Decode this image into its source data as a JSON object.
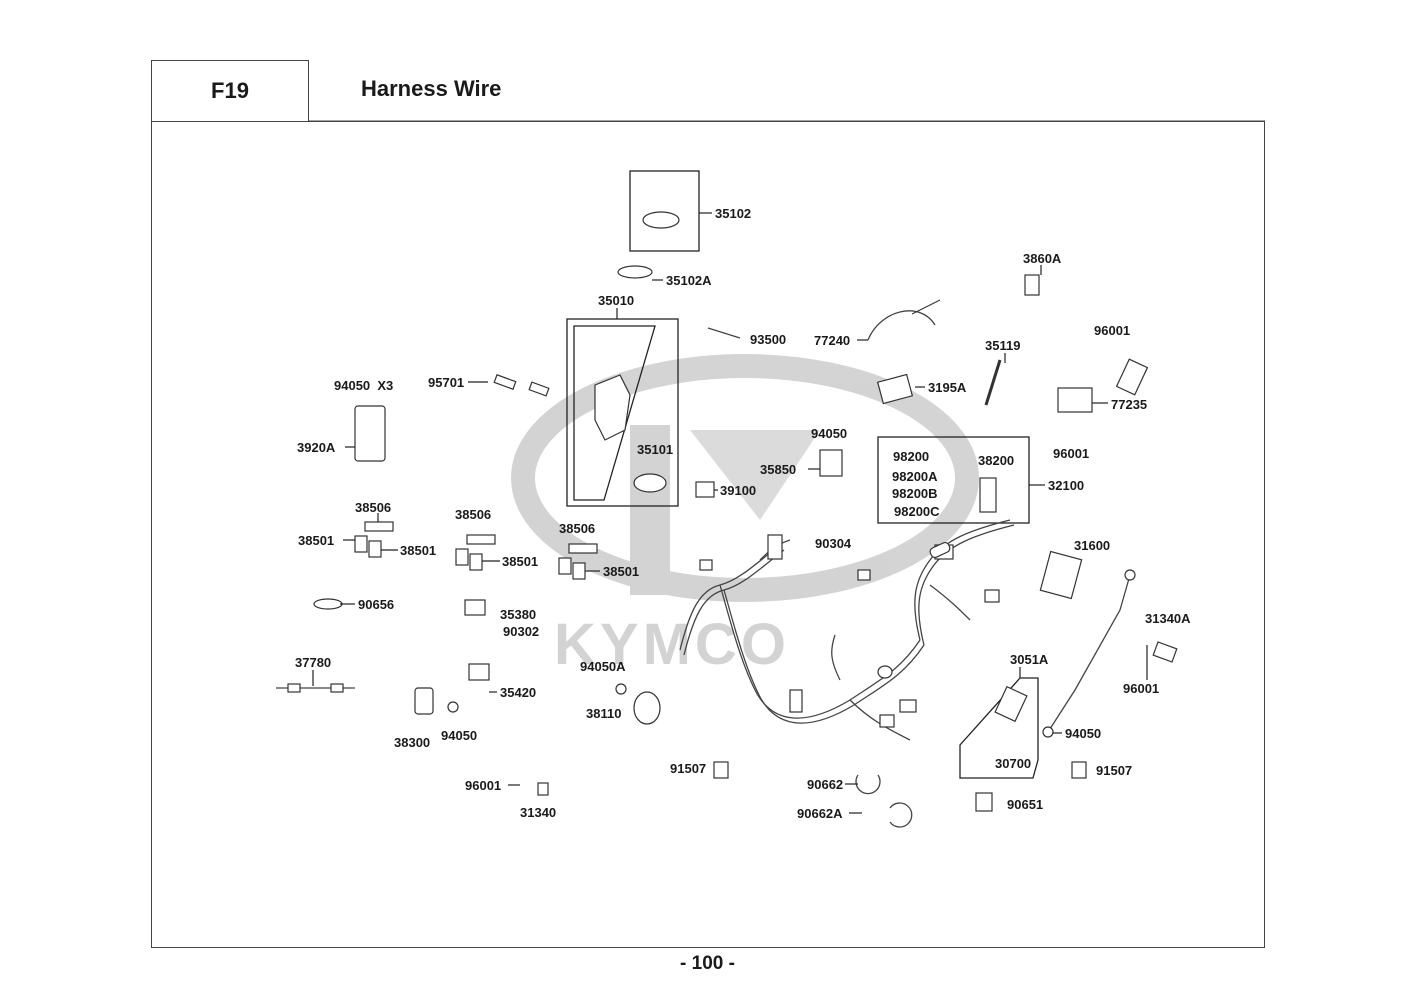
{
  "header": {
    "section_code": "F19",
    "title": "Harness Wire"
  },
  "watermark": "KYMCO",
  "page_number": "- 100 -",
  "callouts": [
    {
      "id": "c0",
      "label": "35102"
    },
    {
      "id": "c1",
      "label": "35102A"
    },
    {
      "id": "c2",
      "label": "35010"
    },
    {
      "id": "c3",
      "label": "93500"
    },
    {
      "id": "c4",
      "label": "77240"
    },
    {
      "id": "c5",
      "label": "3860A"
    },
    {
      "id": "c6",
      "label": "35119"
    },
    {
      "id": "c7",
      "label": "3195A"
    },
    {
      "id": "c8",
      "label": "96001"
    },
    {
      "id": "c9",
      "label": "77235"
    },
    {
      "id": "c10",
      "label": "96001"
    },
    {
      "id": "c11",
      "label": "94050  X3"
    },
    {
      "id": "c12",
      "label": "95701"
    },
    {
      "id": "c13",
      "label": "3920A"
    },
    {
      "id": "c14",
      "label": "35101"
    },
    {
      "id": "c15",
      "label": "94050"
    },
    {
      "id": "c16",
      "label": "35850"
    },
    {
      "id": "c17",
      "label": "39100"
    },
    {
      "id": "c18",
      "label": "98200"
    },
    {
      "id": "c19",
      "label": "98200A"
    },
    {
      "id": "c20",
      "label": "98200B"
    },
    {
      "id": "c21",
      "label": "98200C"
    },
    {
      "id": "c22",
      "label": "38200"
    },
    {
      "id": "c23",
      "label": "32100"
    },
    {
      "id": "c24",
      "label": "38506"
    },
    {
      "id": "c25",
      "label": "38501"
    },
    {
      "id": "c26",
      "label": "38501"
    },
    {
      "id": "c27",
      "label": "38506"
    },
    {
      "id": "c28",
      "label": "38501"
    },
    {
      "id": "c29",
      "label": "38506"
    },
    {
      "id": "c30",
      "label": "38501"
    },
    {
      "id": "c31",
      "label": "90304"
    },
    {
      "id": "c32",
      "label": "31600"
    },
    {
      "id": "c33",
      "label": "90656"
    },
    {
      "id": "c34",
      "label": "35380"
    },
    {
      "id": "c35",
      "label": "90302"
    },
    {
      "id": "c36",
      "label": "31340A"
    },
    {
      "id": "c37",
      "label": "37780"
    },
    {
      "id": "c38",
      "label": "35420"
    },
    {
      "id": "c39",
      "label": "94050A"
    },
    {
      "id": "c40",
      "label": "38110"
    },
    {
      "id": "c41",
      "label": "3051A"
    },
    {
      "id": "c42",
      "label": "96001"
    },
    {
      "id": "c43",
      "label": "38300"
    },
    {
      "id": "c44",
      "label": "94050"
    },
    {
      "id": "c45",
      "label": "94050"
    },
    {
      "id": "c46",
      "label": "30700"
    },
    {
      "id": "c47",
      "label": "91507"
    },
    {
      "id": "c48",
      "label": "91507"
    },
    {
      "id": "c49",
      "label": "96001"
    },
    {
      "id": "c50",
      "label": "31340"
    },
    {
      "id": "c51",
      "label": "90662"
    },
    {
      "id": "c52",
      "label": "90662A"
    },
    {
      "id": "c53",
      "label": "90651"
    }
  ]
}
